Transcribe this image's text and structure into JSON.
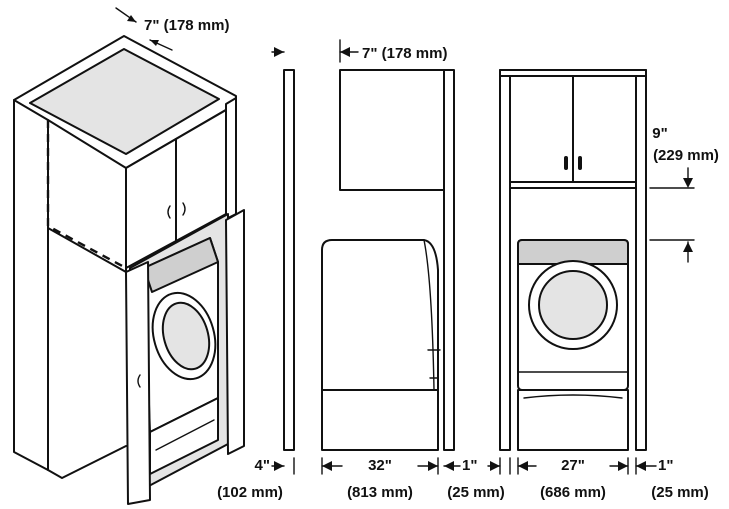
{
  "colors": {
    "line": "#111111",
    "shade": "#cfcfcf",
    "shade_light": "#e4e4e4",
    "background": "#ffffff"
  },
  "dimensions": {
    "depth_clearance": "7\" (178 mm)",
    "top_clearance_in": "9\"",
    "top_clearance_mm": "(229 mm)",
    "side_depth_in": "4\"",
    "side_depth_mm": "(102 mm)",
    "appliance_depth_in": "32\"",
    "appliance_depth_mm": "(813 mm)",
    "rear_gap_in": "1\"",
    "rear_gap_mm": "(25 mm)",
    "appliance_width_in": "27\"",
    "appliance_width_mm": "(686 mm)",
    "side_gap_in": "1\"",
    "side_gap_mm": "(25 mm)"
  }
}
